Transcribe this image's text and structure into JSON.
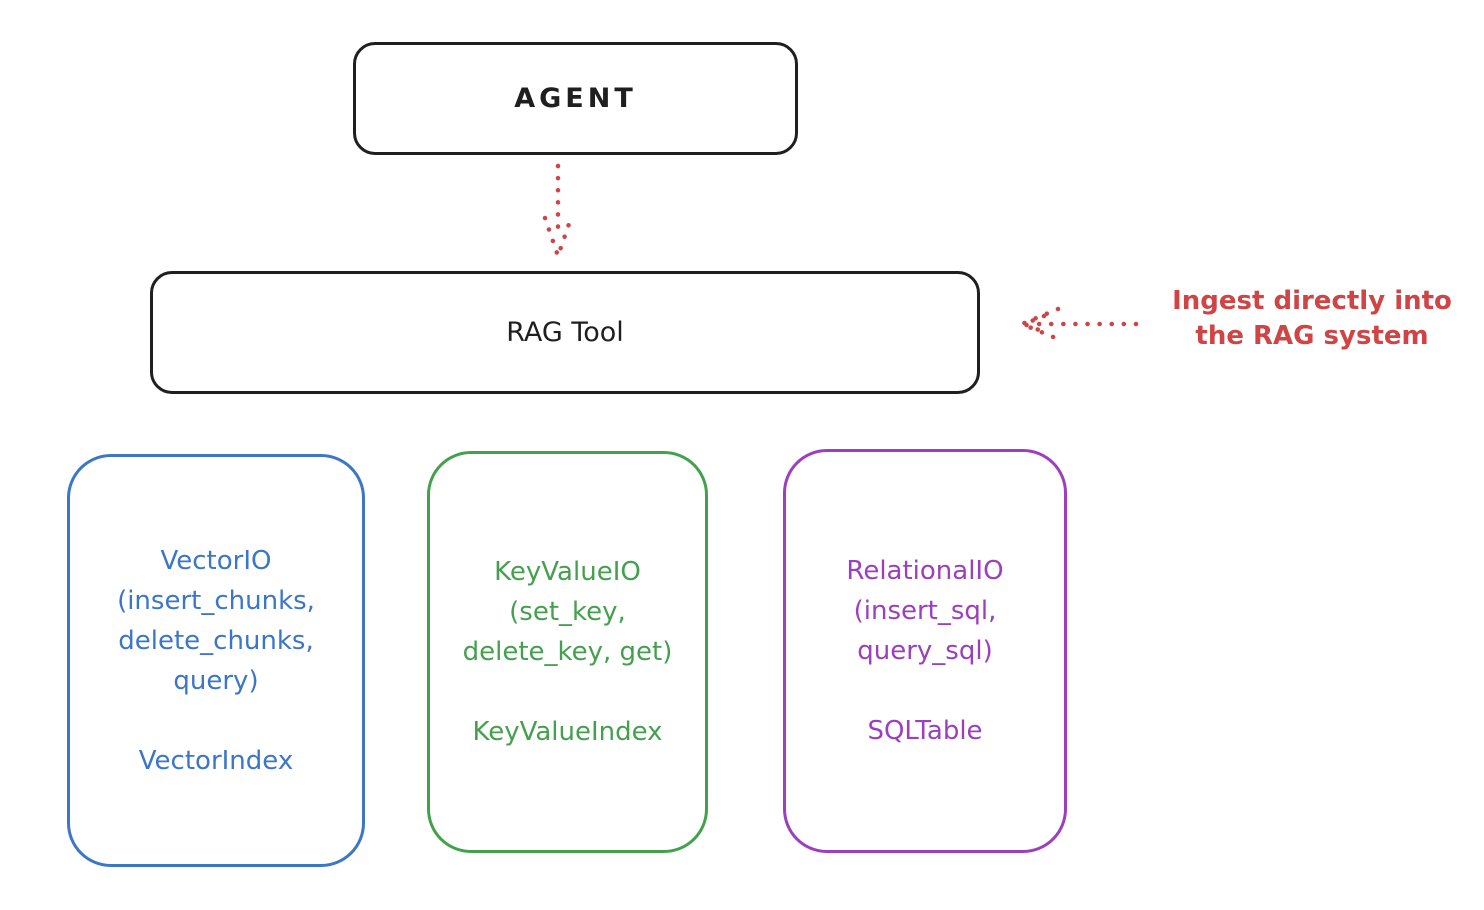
{
  "agent": {
    "label": "AGENT"
  },
  "rag_tool": {
    "label": "RAG Tool"
  },
  "annotation": {
    "text": "Ingest directly into\nthe RAG system"
  },
  "io_boxes": [
    {
      "id": "vector-io",
      "body": "VectorIO\n(insert_chunks,\ndelete_chunks,\nquery)",
      "index": "VectorIndex",
      "color": "#3b76c9"
    },
    {
      "id": "keyvalue-io",
      "body": "KeyValueIO\n(set_key,\ndelete_key, get)",
      "index": "KeyValueIndex",
      "color": "#45a04e"
    },
    {
      "id": "relational-io",
      "body": "RelationalIO\n(insert_sql,\nquery_sql)",
      "index": "SQLTable",
      "color": "#9b3fc0"
    }
  ],
  "colors": {
    "stroke_black": "#1f1f1f",
    "annotation_red": "#cf4444",
    "vector_blue": "#3b76c9",
    "keyvalue_green": "#45a04e",
    "relational_purple": "#9b3fc0",
    "background": "#ffffff"
  }
}
